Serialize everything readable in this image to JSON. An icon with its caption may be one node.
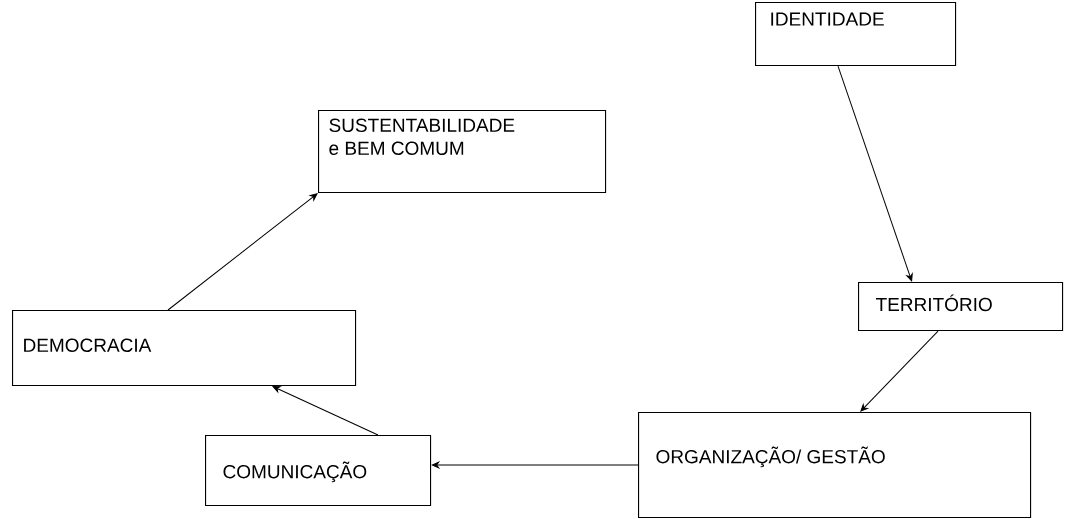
{
  "diagram": {
    "nodes": [
      {
        "text": [
          "IDENTIDADE"
        ]
      },
      {
        "text": [
          "SUSTENTABILIDADE e BEM COMUM"
        ]
      },
      {
        "text": [
          "TERRITÓRIO"
        ]
      },
      {
        "text": [
          "DEMOCRACIA"
        ]
      },
      {
        "text": [
          "ORGANIZAÇÃO/ GESTÃO"
        ]
      },
      {
        "text": [
          "COMUNICAÇÃO"
        ]
      }
    ],
    "edges": [
      {
        "from": 0,
        "to": 2,
        "arrow": "to"
      },
      {
        "from": 2,
        "to": 4,
        "arrow": "to"
      },
      {
        "from": 4,
        "to": 5,
        "arrow": "to"
      },
      {
        "from": 5,
        "to": 3,
        "arrow": "to"
      },
      {
        "from": 3,
        "to": 1,
        "arrow": "to"
      }
    ]
  }
}
